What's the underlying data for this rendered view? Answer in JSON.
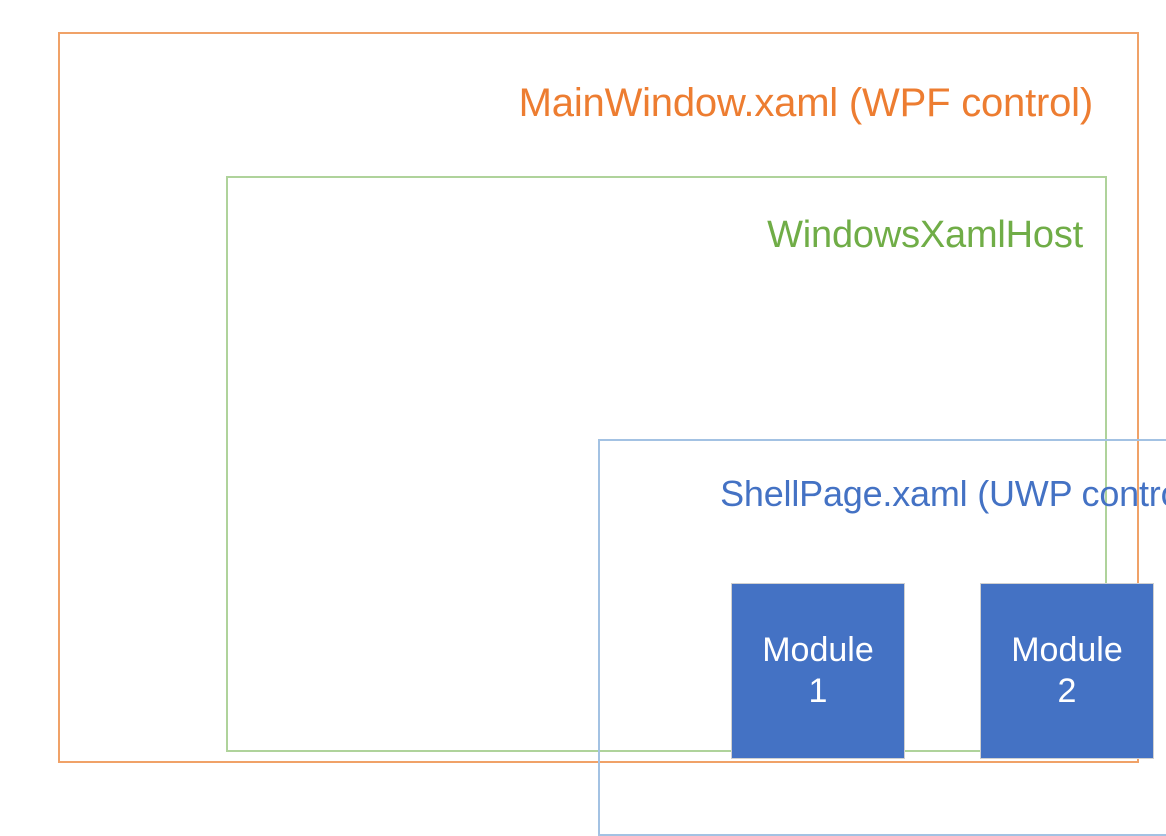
{
  "diagram": {
    "type": "nested-containment-diagram",
    "background_color": "#FFFFFF",
    "levels": [
      {
        "id": "mainwindow",
        "label": "MainWindow.xaml (WPF control)",
        "text_color": "#ED7D31",
        "border_color": "#F0A268",
        "label_align": "right",
        "depth": 1
      },
      {
        "id": "windowsxamlhost",
        "label": "WindowsXamlHost",
        "text_color": "#70AD47",
        "border_color": "#AFD39B",
        "label_align": "right",
        "depth": 2
      },
      {
        "id": "shellpage",
        "label": "ShellPage.xaml (UWP control)",
        "text_color": "#4472C4",
        "border_color": "#A3C2E3",
        "label_align": "right",
        "depth": 3
      }
    ],
    "modules": [
      {
        "id": "module-1",
        "name_line": "Module",
        "number_line": "1",
        "fill_color": "#4472C4",
        "text_color": "#FFFFFF",
        "border_color": "#D0D0D0"
      },
      {
        "id": "module-2",
        "name_line": "Module",
        "number_line": "2",
        "fill_color": "#4472C4",
        "text_color": "#FFFFFF",
        "border_color": "#D0D0D0"
      }
    ]
  }
}
